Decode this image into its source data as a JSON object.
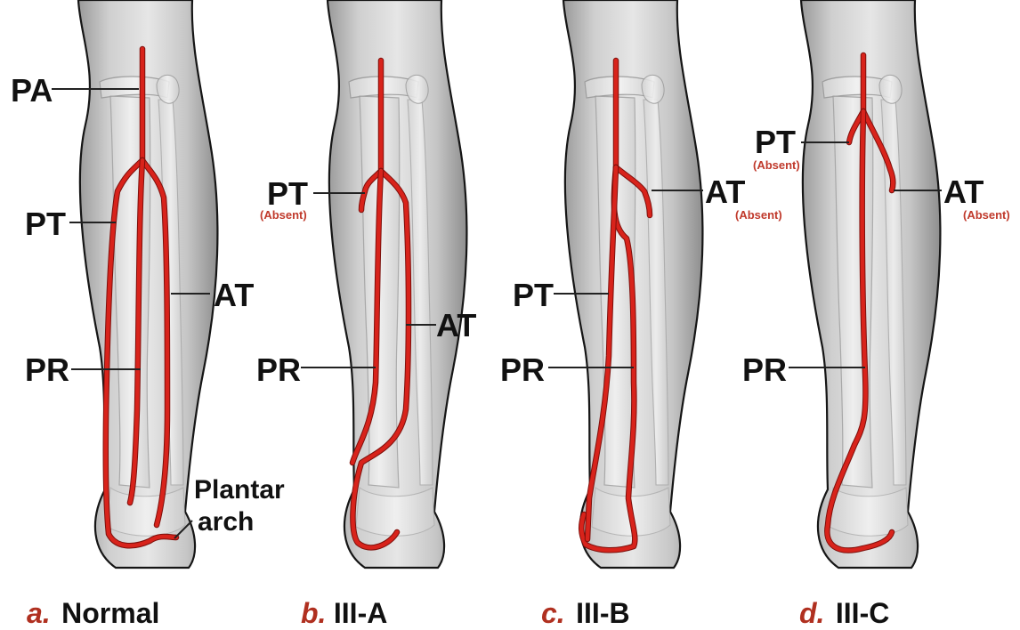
{
  "panels": [
    {
      "caption_letter": "a.",
      "caption_text": "Normal",
      "labels": {
        "pa": "PA",
        "pt": "PT",
        "at": "AT",
        "pr": "PR",
        "plantar": "Plantar",
        "arch": "arch"
      }
    },
    {
      "caption_letter": "b.",
      "caption_text": "III-A",
      "labels": {
        "pt": "PT",
        "pt_absent": "(Absent)",
        "at": "AT",
        "pr": "PR"
      }
    },
    {
      "caption_letter": "c.",
      "caption_text": "III-B",
      "labels": {
        "at": "AT",
        "at_absent": "(Absent)",
        "pt": "PT",
        "pr": "PR"
      }
    },
    {
      "caption_letter": "d.",
      "caption_text": "III-C",
      "labels": {
        "pt": "PT",
        "pt_absent": "(Absent)",
        "at": "AT",
        "at_absent": "(Absent)",
        "pr": "PR"
      }
    }
  ],
  "colors": {
    "artery": "#d8231b",
    "caption_letter": "#b03020",
    "absent_note": "#c0392b"
  }
}
